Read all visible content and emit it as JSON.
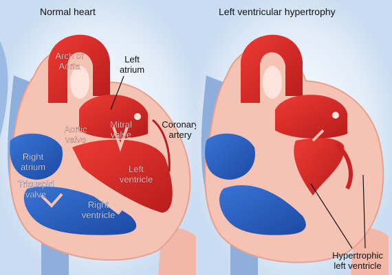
{
  "titles": {
    "normal": "Normal heart",
    "lvh": "Left ventricular hypertrophy"
  },
  "labels": {
    "arch_of_aorta": [
      "Arch of",
      "Aorta"
    ],
    "left_atrium": [
      "Left",
      "atrium"
    ],
    "aortic_valve": [
      "Aortic",
      "valve"
    ],
    "mitral_valve": [
      "Mitral",
      "valve"
    ],
    "coronary_artery": [
      "Coronary",
      "artery"
    ],
    "right_atrium": [
      "Right",
      "atrium"
    ],
    "left_ventricle": [
      "Left",
      "ventricle"
    ],
    "tricuspid_valve": [
      "Tricuspid",
      "valve"
    ],
    "right_ventricle": [
      "Right",
      "ventricle"
    ],
    "hypertrophic_left_ventricle": [
      "Hypertrophic",
      "left ventricle"
    ]
  },
  "colors": {
    "background_glow": "#dfeaf7",
    "vessel_blue": "#8fb0de",
    "pericardium": "#f2b8a8",
    "wall_red": "#c92323",
    "chamber_red": "#e0302b",
    "chamber_blue": "#2a63c4",
    "leader_line": "#111111"
  }
}
